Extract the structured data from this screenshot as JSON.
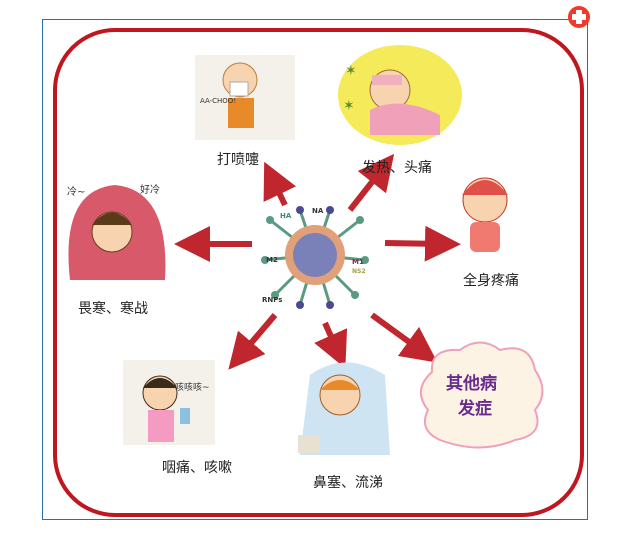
{
  "diagram": {
    "center": {
      "labels": [
        "HA",
        "NA",
        "M2",
        "M1",
        "NS2",
        "RNPs"
      ]
    },
    "symptoms": [
      {
        "id": "sneeze",
        "label": "打喷嚏",
        "caption": "AA-CHOO!"
      },
      {
        "id": "fever",
        "label": "发热、头痛"
      },
      {
        "id": "body-ache",
        "label": "全身疼痛"
      },
      {
        "id": "chills",
        "label": "畏寒、寒战",
        "caption_left": "冷~",
        "caption_right": "好冷"
      },
      {
        "id": "throat",
        "label": "咽痛、咳嗽",
        "caption": "咳咳咳~"
      },
      {
        "id": "nose",
        "label": "鼻塞、流涕"
      }
    ],
    "other": {
      "line1": "其他病",
      "line2": "发症"
    }
  },
  "colors": {
    "border": "#c0161e",
    "arrow": "#c0262e",
    "frame": "#2a6fa8",
    "plus": "#f0392b",
    "cloud_text": "#6a2c8c"
  }
}
